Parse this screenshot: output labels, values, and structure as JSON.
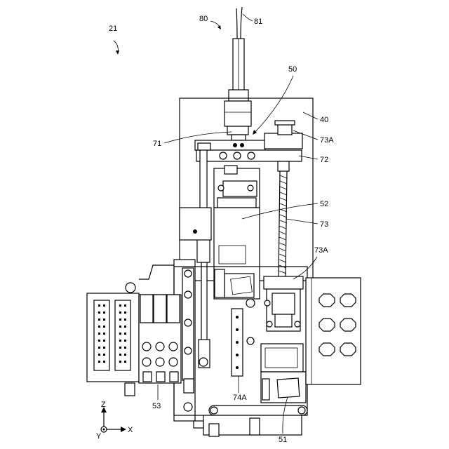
{
  "labels": {
    "assembly": "21",
    "cable_unit": "80",
    "cable": "81",
    "head": "50",
    "frame": "40",
    "nut_block_upper": "73A",
    "beam": "72",
    "nozzle": "71",
    "slider": "52",
    "ball_screw": "73",
    "nut_block_lower": "73A",
    "rail": "74A",
    "valve_bank": "53",
    "base": "51"
  },
  "axes": {
    "z": "Z",
    "x": "X",
    "y": "Y"
  }
}
